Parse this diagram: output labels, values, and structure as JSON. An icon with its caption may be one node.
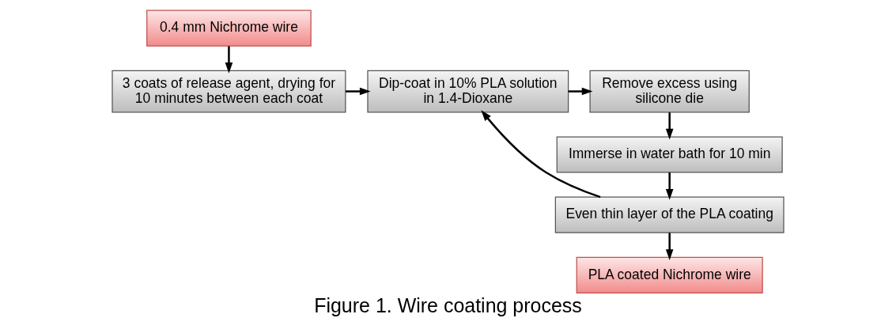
{
  "diagram": {
    "caption": "Figure 1. Wire coating process",
    "nodes": [
      {
        "text": [
          "0.4 mm Nichrome wire"
        ]
      },
      {
        "text": [
          "3 coats of release agent, drying for 10 minutes between each coat"
        ]
      },
      {
        "text": [
          "Dip-coat in 10% PLA solution in 1.4-Dioxane"
        ]
      },
      {
        "text": [
          "Remove excess using silicone die"
        ]
      },
      {
        "text": [
          "Immerse in water bath for 10 min"
        ]
      },
      {
        "text": [
          "Even thin layer of the PLA coating"
        ]
      },
      {
        "text": [
          "PLA coated Nichrome wire"
        ]
      }
    ],
    "edges": [
      {
        "from": 0,
        "to": 1,
        "arrow": "to"
      },
      {
        "from": 1,
        "to": 2,
        "arrow": "to"
      },
      {
        "from": 2,
        "to": 3,
        "arrow": "to"
      },
      {
        "from": 3,
        "to": 4,
        "arrow": "to"
      },
      {
        "from": 4,
        "to": 5,
        "arrow": "to"
      },
      {
        "from": 5,
        "to": 2,
        "arrow": "to"
      },
      {
        "from": 5,
        "to": 6,
        "arrow": "to"
      }
    ]
  }
}
